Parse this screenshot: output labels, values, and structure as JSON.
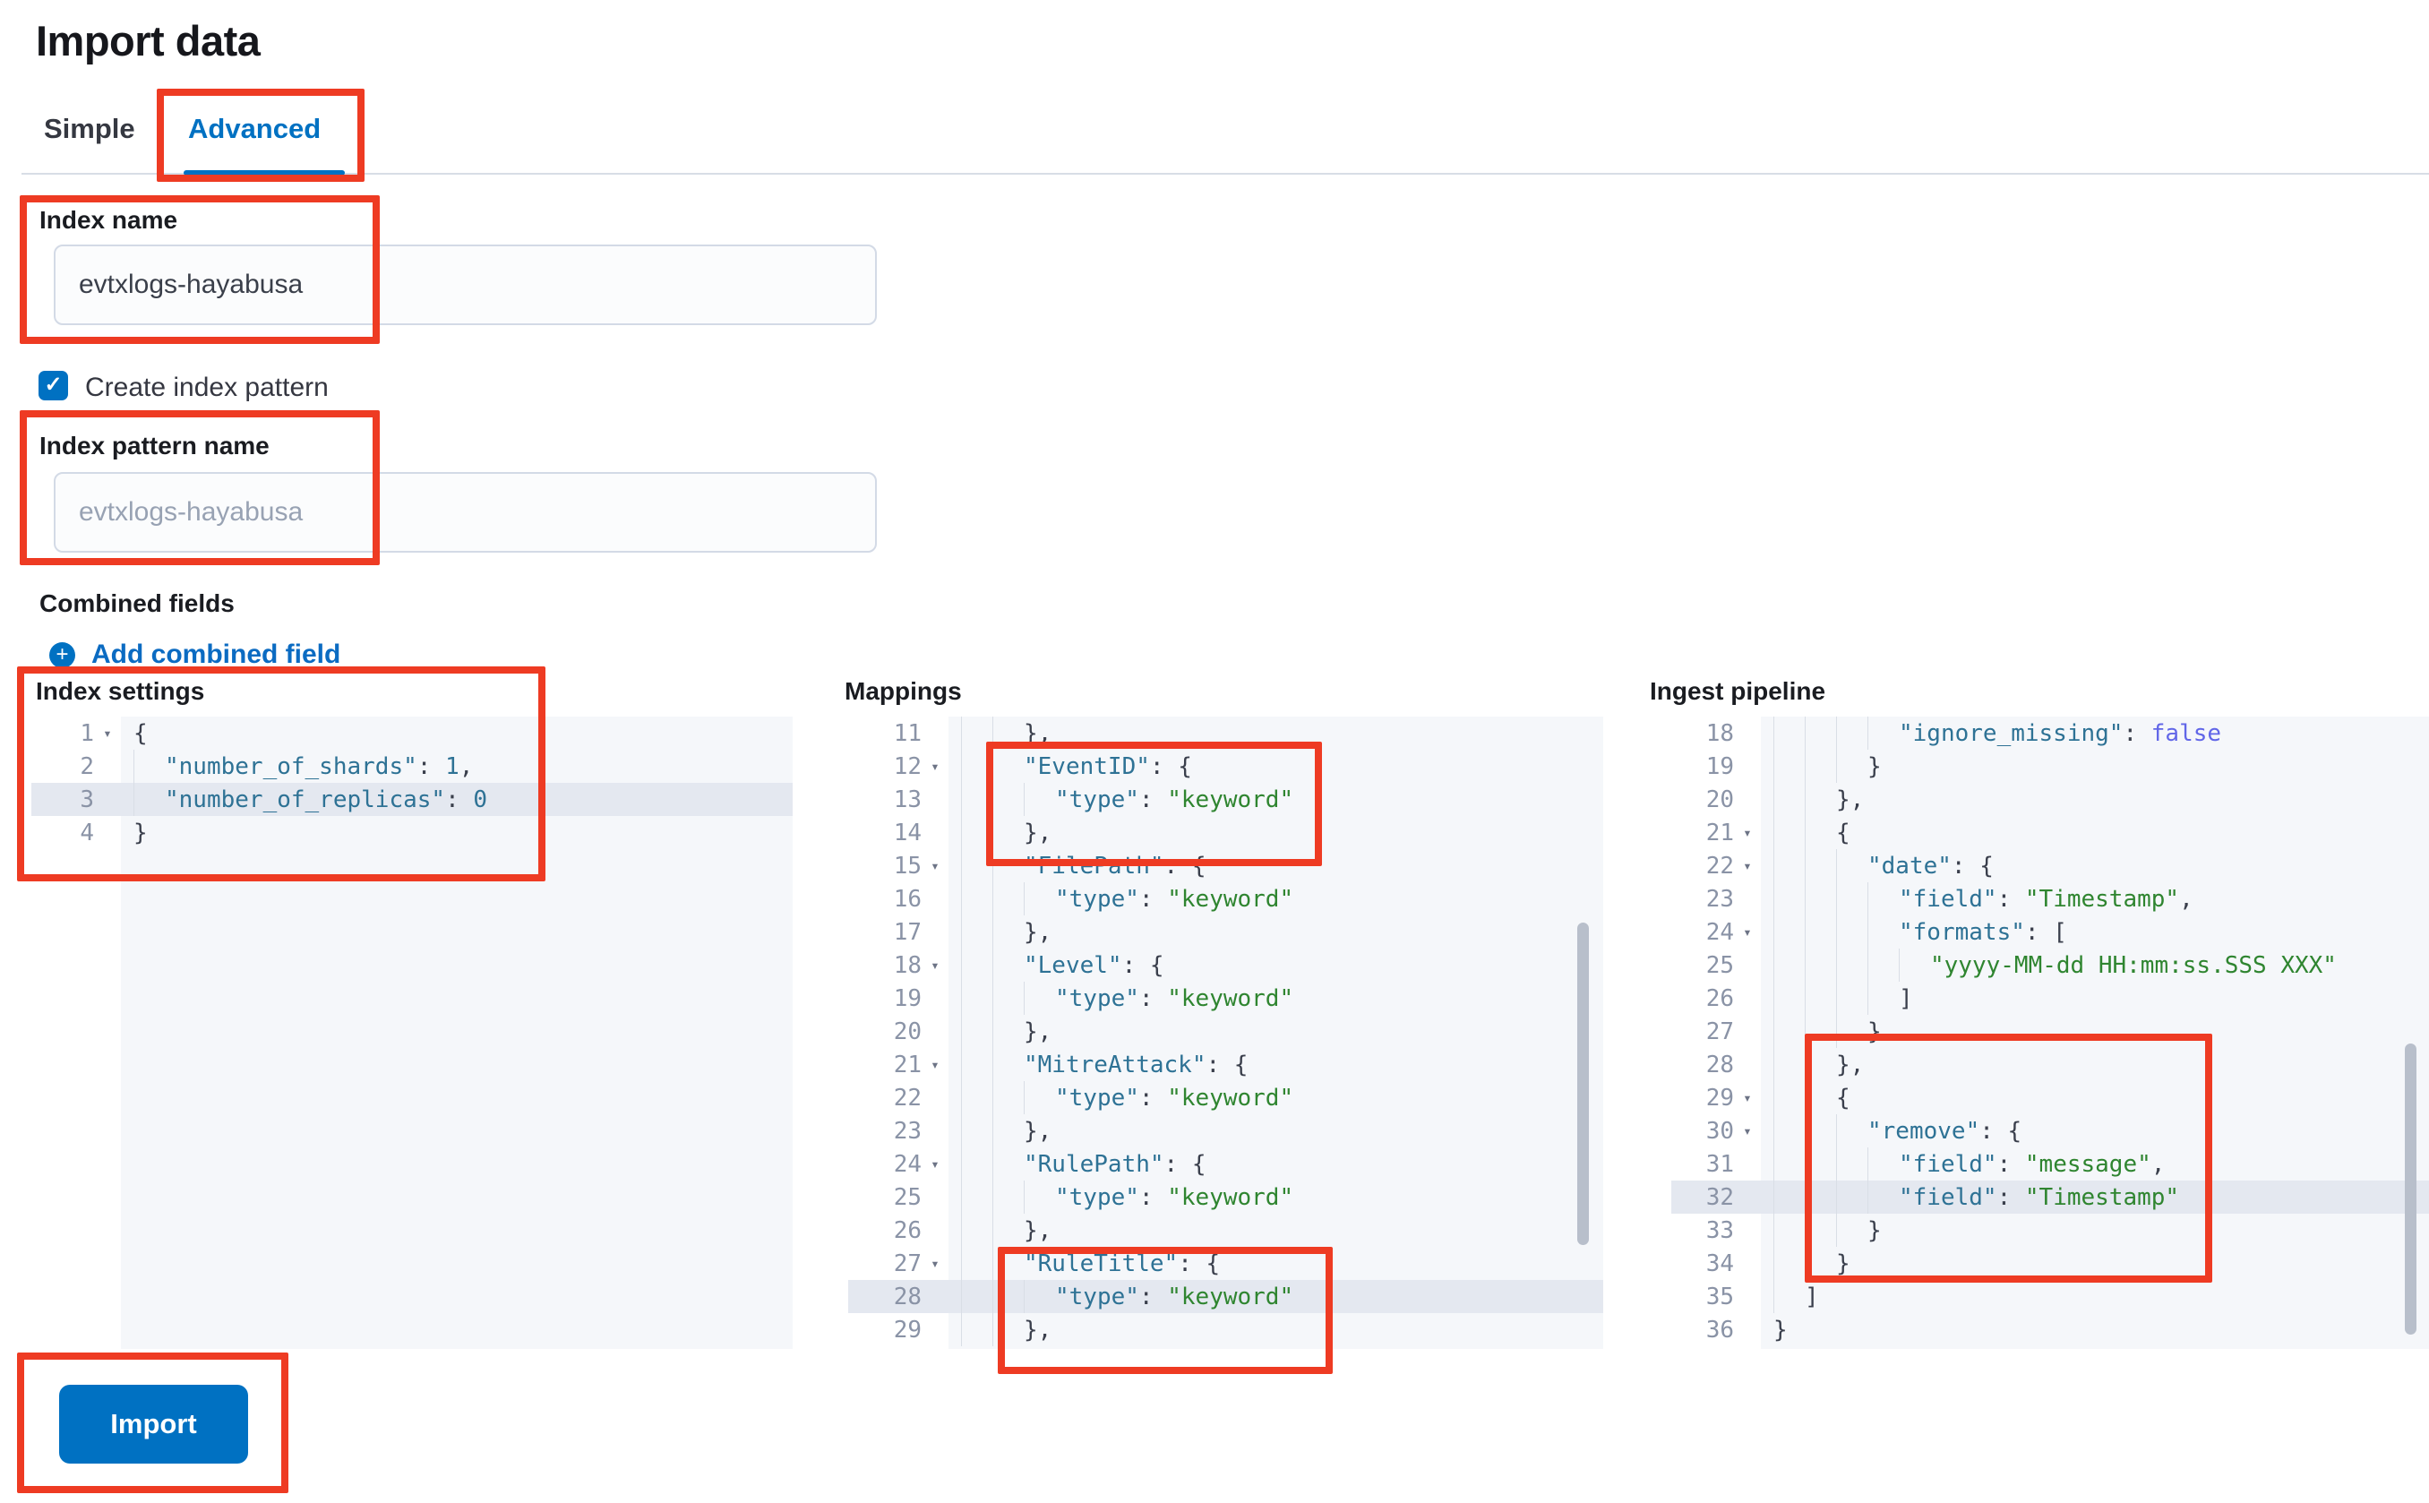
{
  "page": {
    "title": "Import data"
  },
  "tabs": [
    {
      "label": "Simple",
      "active": false
    },
    {
      "label": "Advanced",
      "active": true
    }
  ],
  "form": {
    "index_name": {
      "label": "Index name",
      "value": "evtxlogs-hayabusa"
    },
    "create_index_pattern": {
      "label": "Create index pattern",
      "checked": true,
      "check_glyph": "✓"
    },
    "index_pattern_name": {
      "label": "Index pattern name",
      "placeholder": "evtxlogs-hayabusa"
    },
    "combined_fields": {
      "label": "Combined fields",
      "add_link": "Add combined field",
      "plus_glyph": "+"
    }
  },
  "editors": {
    "index_settings": {
      "label": "Index settings",
      "lines": [
        {
          "n": 1,
          "d": 0,
          "f": true,
          "h": false,
          "t": [
            [
              "p",
              "{"
            ]
          ]
        },
        {
          "n": 2,
          "d": 1,
          "f": false,
          "h": false,
          "t": [
            [
              "k",
              "\"number_of_shards\""
            ],
            [
              "p",
              ": "
            ],
            [
              "n",
              "1"
            ],
            [
              "p",
              ","
            ]
          ]
        },
        {
          "n": 3,
          "d": 1,
          "f": false,
          "h": true,
          "t": [
            [
              "k",
              "\"number_of_replicas\""
            ],
            [
              "p",
              ": "
            ],
            [
              "n",
              "0"
            ]
          ]
        },
        {
          "n": 4,
          "d": 0,
          "f": false,
          "h": false,
          "t": [
            [
              "p",
              "}"
            ]
          ]
        }
      ]
    },
    "mappings": {
      "label": "Mappings",
      "lines": [
        {
          "n": 11,
          "d": 2,
          "f": false,
          "h": false,
          "t": [
            [
              "p",
              "},"
            ]
          ]
        },
        {
          "n": 12,
          "d": 2,
          "f": true,
          "h": false,
          "t": [
            [
              "k",
              "\"EventID\""
            ],
            [
              "p",
              ": {"
            ]
          ]
        },
        {
          "n": 13,
          "d": 3,
          "f": false,
          "h": false,
          "t": [
            [
              "k",
              "\"type\""
            ],
            [
              "p",
              ": "
            ],
            [
              "s",
              "\"keyword\""
            ]
          ]
        },
        {
          "n": 14,
          "d": 2,
          "f": false,
          "h": false,
          "t": [
            [
              "p",
              "},"
            ]
          ]
        },
        {
          "n": 15,
          "d": 2,
          "f": true,
          "h": false,
          "t": [
            [
              "k",
              "\"FilePath\""
            ],
            [
              "p",
              ": {"
            ]
          ]
        },
        {
          "n": 16,
          "d": 3,
          "f": false,
          "h": false,
          "t": [
            [
              "k",
              "\"type\""
            ],
            [
              "p",
              ": "
            ],
            [
              "s",
              "\"keyword\""
            ]
          ]
        },
        {
          "n": 17,
          "d": 2,
          "f": false,
          "h": false,
          "t": [
            [
              "p",
              "},"
            ]
          ]
        },
        {
          "n": 18,
          "d": 2,
          "f": true,
          "h": false,
          "t": [
            [
              "k",
              "\"Level\""
            ],
            [
              "p",
              ": {"
            ]
          ]
        },
        {
          "n": 19,
          "d": 3,
          "f": false,
          "h": false,
          "t": [
            [
              "k",
              "\"type\""
            ],
            [
              "p",
              ": "
            ],
            [
              "s",
              "\"keyword\""
            ]
          ]
        },
        {
          "n": 20,
          "d": 2,
          "f": false,
          "h": false,
          "t": [
            [
              "p",
              "},"
            ]
          ]
        },
        {
          "n": 21,
          "d": 2,
          "f": true,
          "h": false,
          "t": [
            [
              "k",
              "\"MitreAttack\""
            ],
            [
              "p",
              ": {"
            ]
          ]
        },
        {
          "n": 22,
          "d": 3,
          "f": false,
          "h": false,
          "t": [
            [
              "k",
              "\"type\""
            ],
            [
              "p",
              ": "
            ],
            [
              "s",
              "\"keyword\""
            ]
          ]
        },
        {
          "n": 23,
          "d": 2,
          "f": false,
          "h": false,
          "t": [
            [
              "p",
              "},"
            ]
          ]
        },
        {
          "n": 24,
          "d": 2,
          "f": true,
          "h": false,
          "t": [
            [
              "k",
              "\"RulePath\""
            ],
            [
              "p",
              ": {"
            ]
          ]
        },
        {
          "n": 25,
          "d": 3,
          "f": false,
          "h": false,
          "t": [
            [
              "k",
              "\"type\""
            ],
            [
              "p",
              ": "
            ],
            [
              "s",
              "\"keyword\""
            ]
          ]
        },
        {
          "n": 26,
          "d": 2,
          "f": false,
          "h": false,
          "t": [
            [
              "p",
              "},"
            ]
          ]
        },
        {
          "n": 27,
          "d": 2,
          "f": true,
          "h": false,
          "t": [
            [
              "k",
              "\"RuleTitle\""
            ],
            [
              "p",
              ": {"
            ]
          ]
        },
        {
          "n": 28,
          "d": 3,
          "f": false,
          "h": true,
          "t": [
            [
              "k",
              "\"type\""
            ],
            [
              "p",
              ": "
            ],
            [
              "s",
              "\"keyword\""
            ]
          ]
        },
        {
          "n": 29,
          "d": 2,
          "f": false,
          "h": false,
          "t": [
            [
              "p",
              "},"
            ]
          ]
        }
      ]
    },
    "ingest_pipeline": {
      "label": "Ingest pipeline",
      "lines": [
        {
          "n": 18,
          "d": 4,
          "f": false,
          "h": false,
          "t": [
            [
              "k",
              "\"ignore_missing\""
            ],
            [
              "p",
              ": "
            ],
            [
              "b",
              "false"
            ]
          ]
        },
        {
          "n": 19,
          "d": 3,
          "f": false,
          "h": false,
          "t": [
            [
              "p",
              "}"
            ]
          ]
        },
        {
          "n": 20,
          "d": 2,
          "f": false,
          "h": false,
          "t": [
            [
              "p",
              "},"
            ]
          ]
        },
        {
          "n": 21,
          "d": 2,
          "f": true,
          "h": false,
          "t": [
            [
              "p",
              "{"
            ]
          ]
        },
        {
          "n": 22,
          "d": 3,
          "f": true,
          "h": false,
          "t": [
            [
              "k",
              "\"date\""
            ],
            [
              "p",
              ": {"
            ]
          ]
        },
        {
          "n": 23,
          "d": 4,
          "f": false,
          "h": false,
          "t": [
            [
              "k",
              "\"field\""
            ],
            [
              "p",
              ": "
            ],
            [
              "s",
              "\"Timestamp\""
            ],
            [
              "p",
              ","
            ]
          ]
        },
        {
          "n": 24,
          "d": 4,
          "f": true,
          "h": false,
          "t": [
            [
              "k",
              "\"formats\""
            ],
            [
              "p",
              ": ["
            ]
          ]
        },
        {
          "n": 25,
          "d": 5,
          "f": false,
          "h": false,
          "t": [
            [
              "s",
              "\"yyyy-MM-dd HH:mm:ss.SSS XXX\""
            ]
          ]
        },
        {
          "n": 26,
          "d": 4,
          "f": false,
          "h": false,
          "t": [
            [
              "p",
              "]"
            ]
          ]
        },
        {
          "n": 27,
          "d": 3,
          "f": false,
          "h": false,
          "t": [
            [
              "p",
              "}"
            ]
          ]
        },
        {
          "n": 28,
          "d": 2,
          "f": false,
          "h": false,
          "t": [
            [
              "p",
              "},"
            ]
          ]
        },
        {
          "n": 29,
          "d": 2,
          "f": true,
          "h": false,
          "t": [
            [
              "p",
              "{"
            ]
          ]
        },
        {
          "n": 30,
          "d": 3,
          "f": true,
          "h": false,
          "t": [
            [
              "k",
              "\"remove\""
            ],
            [
              "p",
              ": {"
            ]
          ]
        },
        {
          "n": 31,
          "d": 4,
          "f": false,
          "h": false,
          "t": [
            [
              "k",
              "\"field\""
            ],
            [
              "p",
              ": "
            ],
            [
              "s",
              "\"message\""
            ],
            [
              "p",
              ","
            ]
          ]
        },
        {
          "n": 32,
          "d": 4,
          "f": false,
          "h": true,
          "t": [
            [
              "k",
              "\"field\""
            ],
            [
              "p",
              ": "
            ],
            [
              "s",
              "\"Timestamp\""
            ]
          ]
        },
        {
          "n": 33,
          "d": 3,
          "f": false,
          "h": false,
          "t": [
            [
              "p",
              "}"
            ]
          ]
        },
        {
          "n": 34,
          "d": 2,
          "f": false,
          "h": false,
          "t": [
            [
              "p",
              "}"
            ]
          ]
        },
        {
          "n": 35,
          "d": 1,
          "f": false,
          "h": false,
          "t": [
            [
              "p",
              "]"
            ]
          ]
        },
        {
          "n": 36,
          "d": 0,
          "f": false,
          "h": false,
          "t": [
            [
              "p",
              "}"
            ]
          ]
        }
      ]
    }
  },
  "actions": {
    "import_label": "Import"
  },
  "colors": {
    "primary_blue": "#0071c2",
    "annotation_red": "#ee3b23",
    "code_key": "#2e7295",
    "code_string": "#2f8530",
    "code_boolean": "#6166e8",
    "code_highlight_row": "#e4e8f0"
  }
}
